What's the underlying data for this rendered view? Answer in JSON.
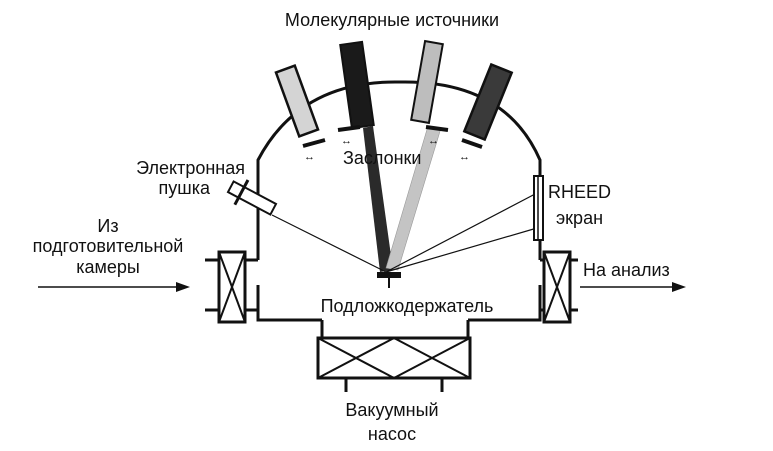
{
  "colors": {
    "ink": "#111111",
    "source_dark": "#1a1a1a",
    "source_mid": "#3a3a3a",
    "source_light": "#bdbdbd",
    "beam_dark": "#2a2a2a",
    "beam_light": "#c4c4c4",
    "background": "#ffffff"
  },
  "labels": {
    "molecular_sources": "Молекулярные источники",
    "shutters": "Заслонки",
    "electron_gun_line1": "Электронная",
    "electron_gun_line2": "пушка",
    "rheed_line1": "RHEED",
    "rheed_line2": "экран",
    "from_line1": "Из",
    "from_line2": "подготовительной",
    "from_line3": "камеры",
    "to_analysis": "На анализ",
    "substrate_holder": "Подложкодержатель",
    "pump_line1": "Вакуумный",
    "pump_line2": "насос"
  },
  "icons": {
    "molecular_source": "source-cell-icon",
    "shutter": "shutter-icon",
    "electron_gun": "electron-gun-icon",
    "rheed_screen": "rheed-screen-icon",
    "gate_valve": "gate-valve-icon",
    "vacuum_pump": "vacuum-pump-icon",
    "arrow": "arrow-right-icon"
  }
}
